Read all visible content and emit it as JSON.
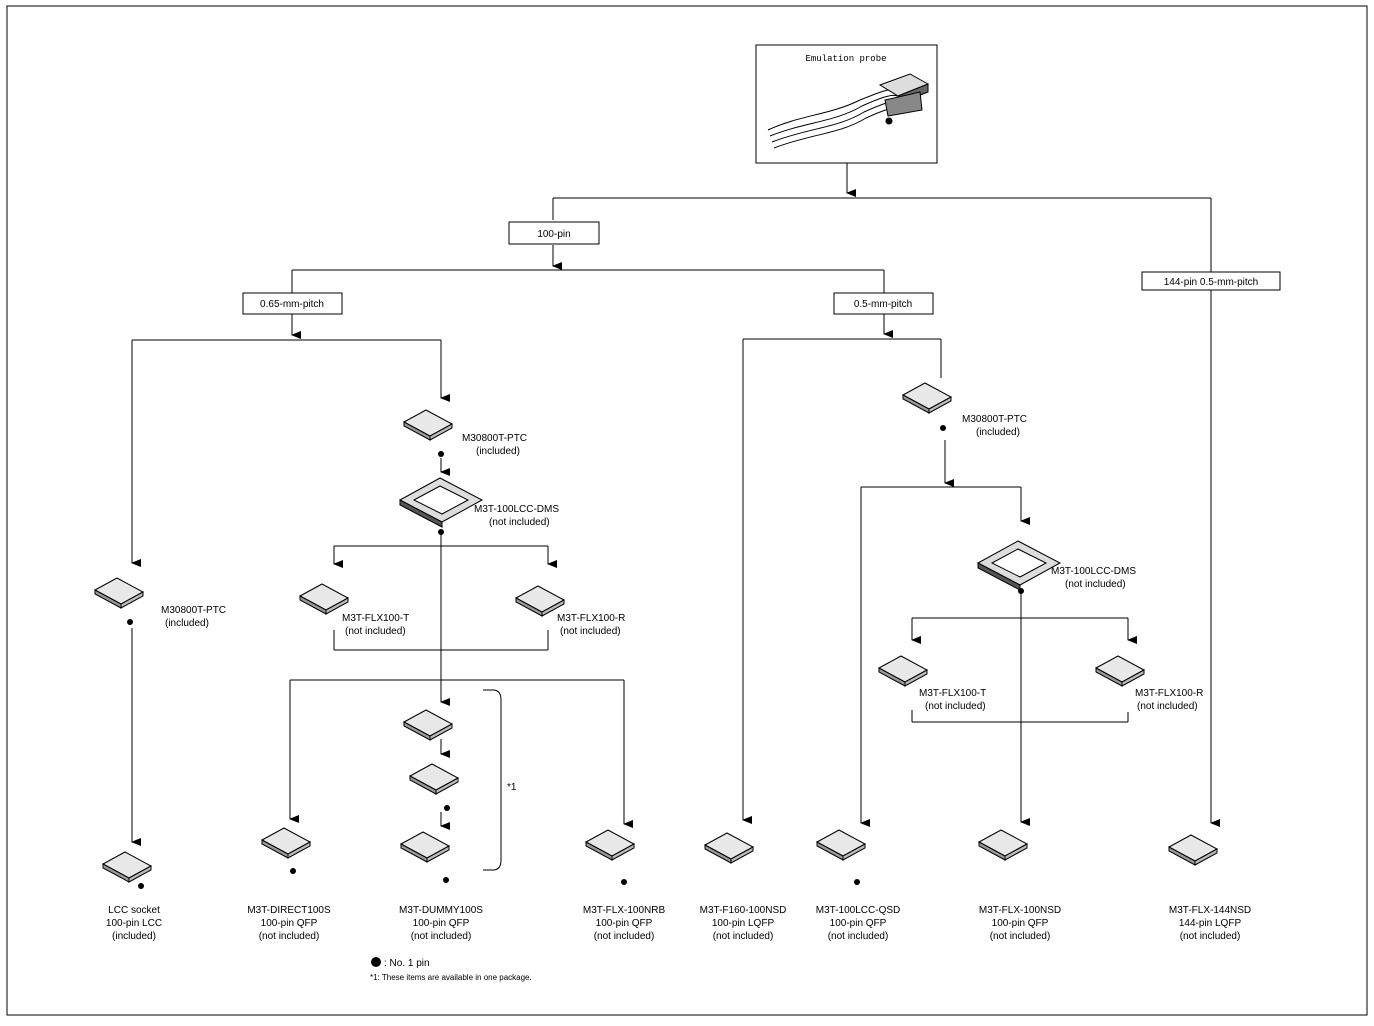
{
  "title_box": "Emulation probe",
  "branches": {
    "pin100": "100-pin",
    "pitch065": "0.65-mm-pitch",
    "pitch05": "0.5-mm-pitch",
    "pin144": "144-pin 0.5-mm-pitch"
  },
  "components": {
    "ptc_left": [
      "M30800T-PTC",
      "(included)"
    ],
    "ptc_mid": [
      "M30800T-PTC",
      "(included)"
    ],
    "ptc_right": [
      "M30800T-PTC",
      "(included)"
    ],
    "dms_mid": [
      "M3T-100LCC-DMS",
      "(not included)"
    ],
    "dms_right": [
      "M3T-100LCC-DMS",
      "(not included)"
    ],
    "flx_t_mid": [
      "M3T-FLX100-T",
      "(not included)"
    ],
    "flx_r_mid": [
      "M3T-FLX100-R",
      "(not included)"
    ],
    "flx_t_right": [
      "M3T-FLX100-T",
      "(not included)"
    ],
    "flx_r_right": [
      "M3T-FLX100-R",
      "(not included)"
    ]
  },
  "bottom": [
    [
      "LCC socket",
      "100-pin LCC",
      "(included)"
    ],
    [
      "M3T-DIRECT100S",
      "100-pin QFP",
      "(not included)"
    ],
    [
      "M3T-DUMMY100S",
      "100-pin QFP",
      "(not included)"
    ],
    [
      "M3T-FLX-100NRB",
      "100-pin QFP",
      "(not included)"
    ],
    [
      "M3T-F160-100NSD",
      "100-pin LQFP",
      "(not included)"
    ],
    [
      "M3T-100LCC-QSD",
      "100-pin QFP",
      "(not included)"
    ],
    [
      "M3T-FLX-100NSD",
      "100-pin QFP",
      "(not included)"
    ],
    [
      "M3T-FLX-144NSD",
      "144-pin LQFP",
      "(not included)"
    ]
  ],
  "bracket_note": "*1",
  "legend": {
    "pin_label": ": No. 1 pin",
    "note": "*1: These items are available in one package."
  }
}
